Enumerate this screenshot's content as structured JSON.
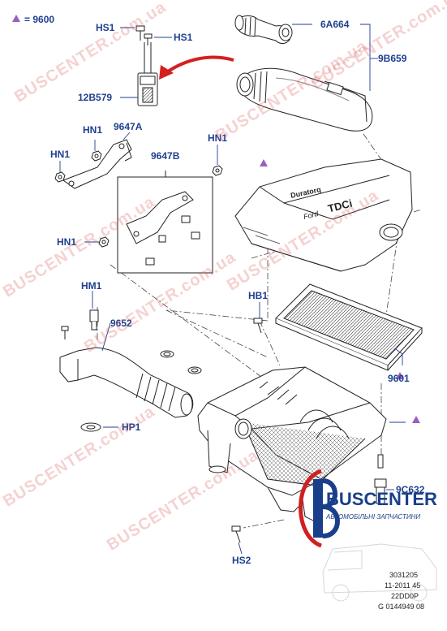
{
  "legend": {
    "symbol": "triangle-icon",
    "text": "= 9600",
    "color": "#9a5fc0"
  },
  "labels": {
    "hs1_a": "HS1",
    "hs1_b": "HS1",
    "p12b579": "12B579",
    "p6a664": "6A664",
    "p9b659": "9B659",
    "hn1_a": "HN1",
    "p9647a": "9647A",
    "hn1_b": "HN1",
    "p9647b": "9647B",
    "hn1_c": "HN1",
    "hn1_d": "HN1",
    "hm1": "HM1",
    "p9652": "9652",
    "hb1": "HB1",
    "p9601": "9601",
    "hp1": "HP1",
    "p9c632": "9C632",
    "hs2": "HS2"
  },
  "cover_text": {
    "brand_a": "Duratorq",
    "brand_b": "TDCi",
    "badge": "Ford"
  },
  "watermark": {
    "text": "BUSCENTER.com.ua",
    "color": "#dc5a5a"
  },
  "logo": {
    "name": "BUSCENTER",
    "subtitle": "АВТОМОБІЛЬНІ ЗАПЧАСТИНИ",
    "color": "#1a3f8a",
    "accent": "#d02020"
  },
  "reference": [
    "3031205",
    "11-2011 45",
    "22DD0P",
    "G 0144949 08"
  ],
  "colors": {
    "label": "#1f3f8f",
    "arrow": "#d42020",
    "line": "#222222"
  }
}
